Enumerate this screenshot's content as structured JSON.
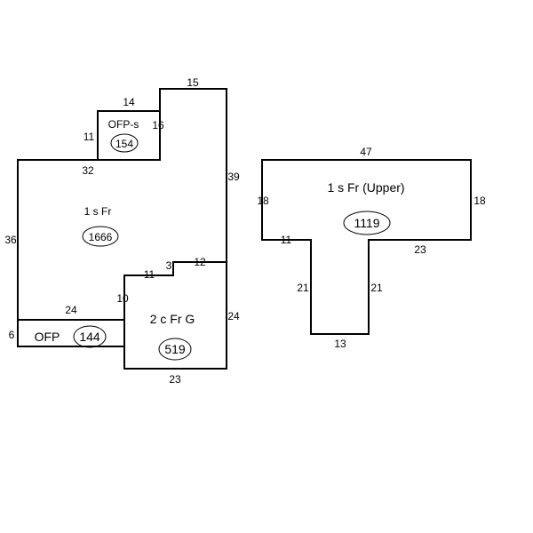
{
  "colors": {
    "line": "#000000",
    "background": "#ffffff"
  },
  "areas": {
    "main": {
      "name": "1 s Fr",
      "size": "1666"
    },
    "porch_s": {
      "name": "OFP-s",
      "size": "154"
    },
    "garage": {
      "name": "2 c Fr G",
      "size": "519"
    },
    "porch": {
      "name": "OFP",
      "size": "144"
    },
    "upper": {
      "name": "1 s Fr  (Upper)",
      "size": "1119"
    }
  },
  "dimensions": {
    "d15": "15",
    "d14": "14",
    "d11a": "11",
    "d16": "16",
    "d32": "32",
    "d39": "39",
    "d36": "36",
    "d12": "12",
    "d3": "3",
    "d11b": "11",
    "d10": "10",
    "d24a": "24",
    "d6": "6",
    "d24b": "24",
    "d23a": "23",
    "d47": "47",
    "d18a": "18",
    "d18b": "18",
    "d11c": "11",
    "d23b": "23",
    "d21a": "21",
    "d21b": "21",
    "d13": "13"
  }
}
